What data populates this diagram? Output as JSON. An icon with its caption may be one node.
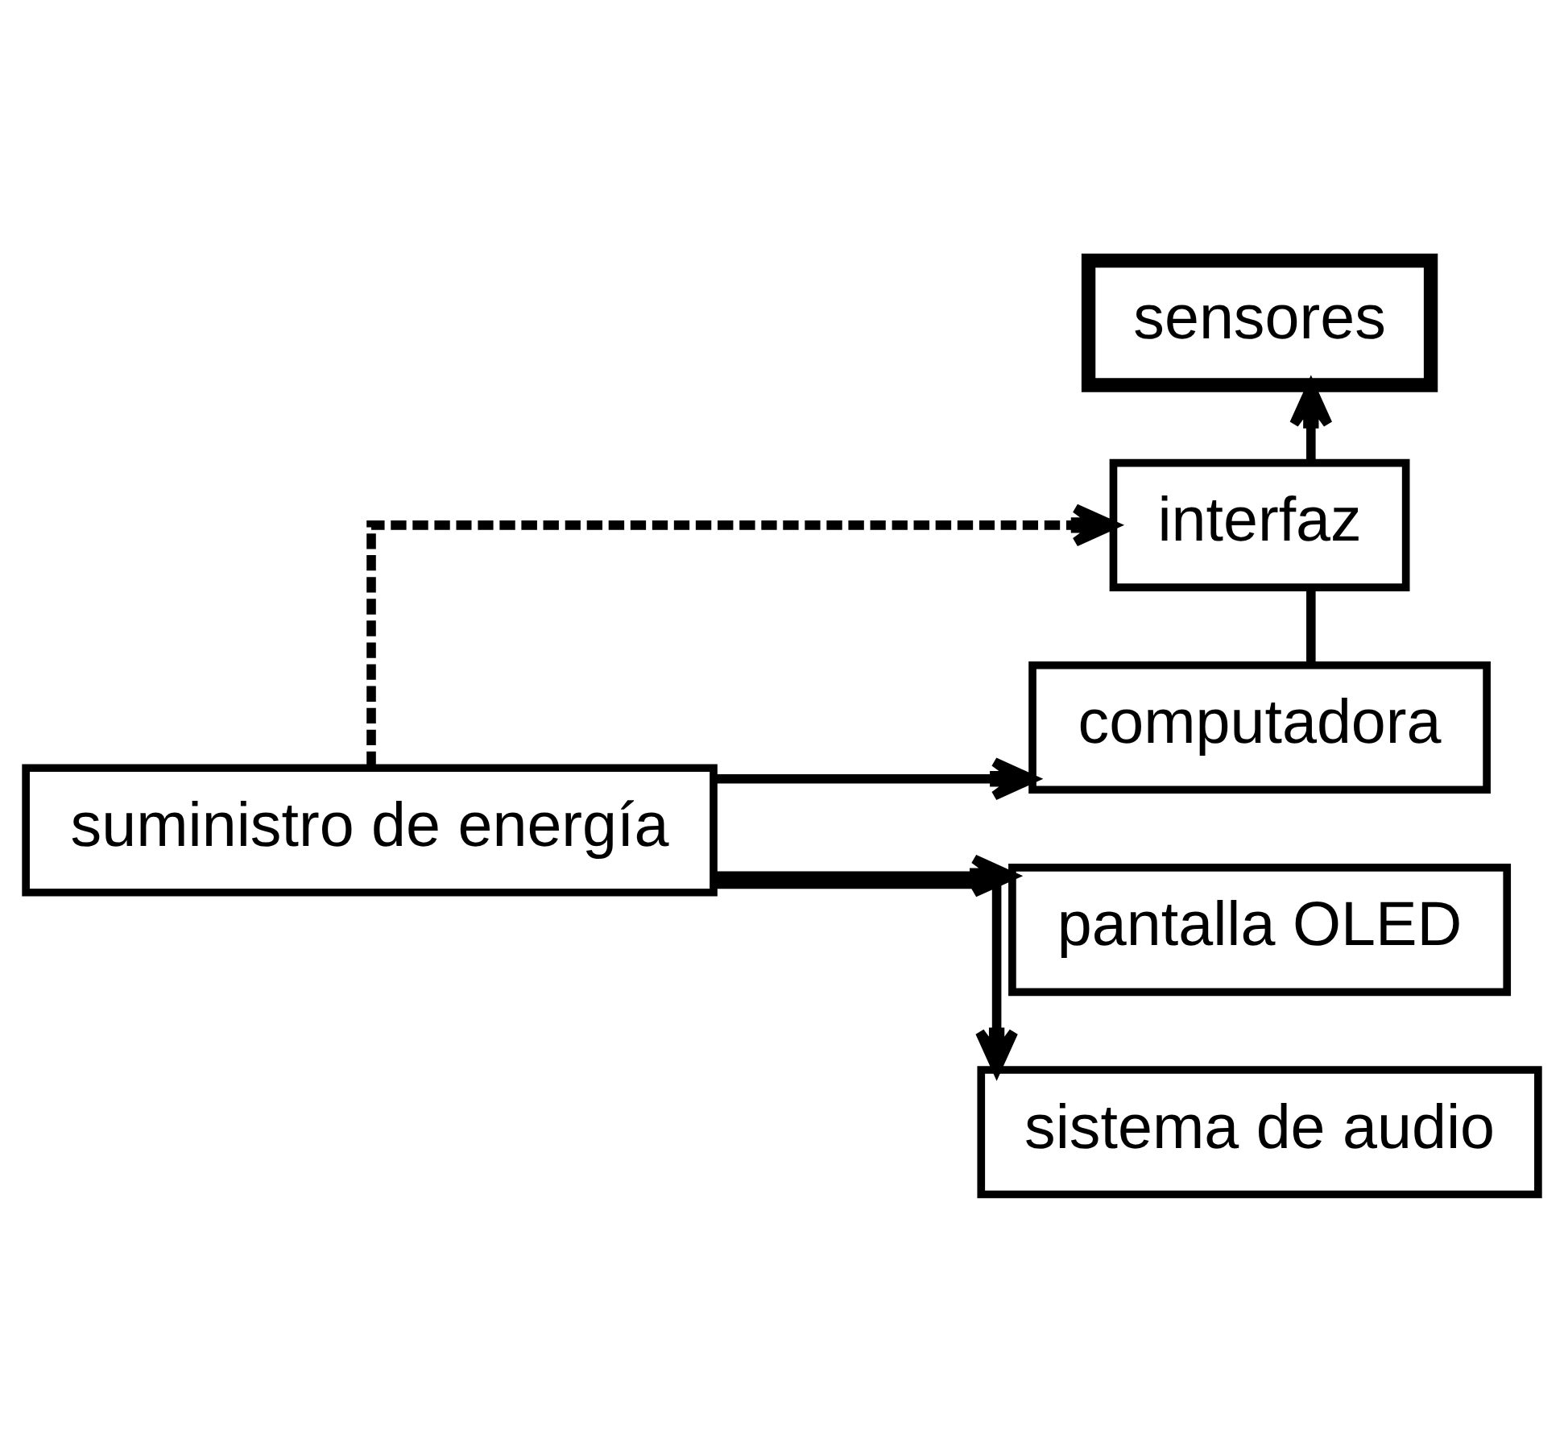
{
  "diagram": {
    "nodes": [
      {
        "text": [
          "sensores"
        ]
      },
      {
        "text": [
          "interfaz"
        ]
      },
      {
        "text": [
          "computadora"
        ]
      },
      {
        "text": [
          "suministro de energía"
        ]
      },
      {
        "text": [
          "pantalla OLED"
        ]
      },
      {
        "text": [
          "sistema de audio"
        ]
      }
    ],
    "edges": [
      {
        "from": 1,
        "to": 0,
        "arrow": "to"
      },
      {
        "from": 2,
        "to": 1,
        "arrow": "none"
      },
      {
        "from": 3,
        "to": 1,
        "arrow": "to",
        "style": "dashed"
      },
      {
        "from": 3,
        "to": 2,
        "arrow": "to"
      },
      {
        "from": 3,
        "to": 4,
        "arrow": "to"
      },
      {
        "from": 3,
        "to": 5,
        "arrow": "to"
      }
    ]
  }
}
